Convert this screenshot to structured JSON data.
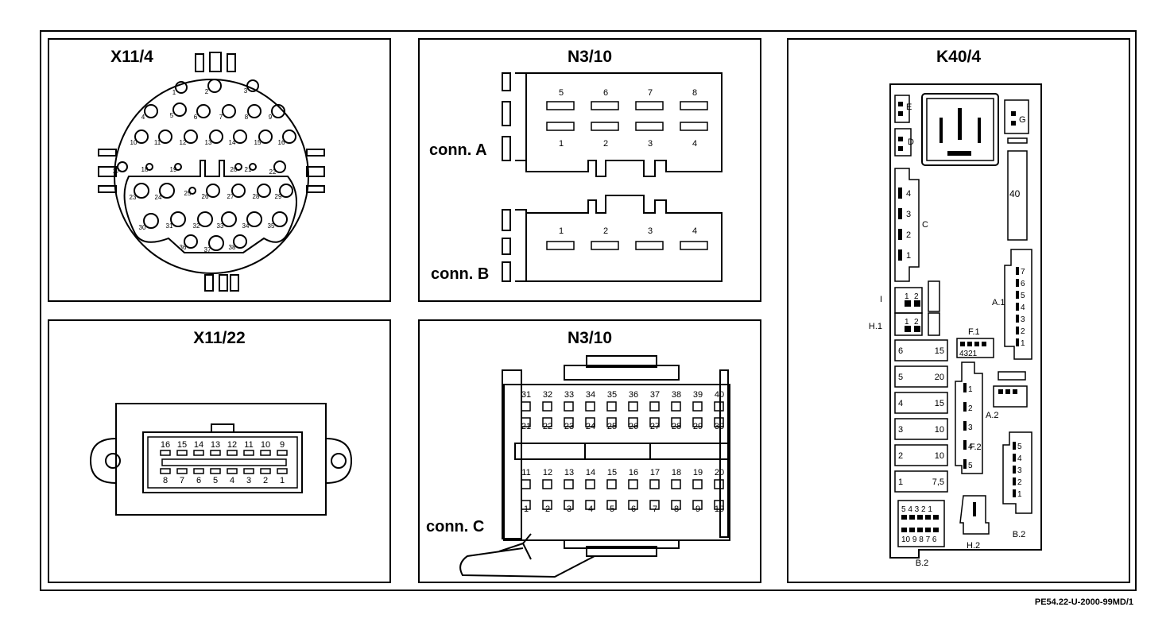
{
  "panels": {
    "x11_4": {
      "title": "X11/4",
      "pins": [
        "1",
        "2",
        "3",
        "4",
        "5",
        "6",
        "7",
        "8",
        "9",
        "10",
        "11",
        "12",
        "13",
        "14",
        "15",
        "16",
        "17",
        "18",
        "19",
        "20",
        "21",
        "22",
        "23",
        "24",
        "25",
        "26",
        "27",
        "28",
        "29",
        "30",
        "31",
        "32",
        "33",
        "34",
        "35",
        "36",
        "37",
        "38"
      ]
    },
    "x11_22": {
      "title": "X11/22",
      "top_pins": [
        "16",
        "15",
        "14",
        "13",
        "12",
        "11",
        "10",
        "9"
      ],
      "bottom_pins": [
        "8",
        "7",
        "6",
        "5",
        "4",
        "3",
        "2",
        "1"
      ]
    },
    "n3_10_ab": {
      "title": "N3/10",
      "conn_a": "conn. A",
      "conn_b": "conn. B",
      "a_top": [
        "5",
        "6",
        "7",
        "8"
      ],
      "a_bottom": [
        "1",
        "2",
        "3",
        "4"
      ],
      "b_pins": [
        "1",
        "2",
        "3",
        "4"
      ]
    },
    "n3_10_c": {
      "title": "N3/10",
      "conn_c": "conn. C",
      "rows": [
        [
          "31",
          "32",
          "33",
          "34",
          "35",
          "36",
          "37",
          "38",
          "39",
          "40"
        ],
        [
          "21",
          "22",
          "23",
          "24",
          "25",
          "26",
          "27",
          "28",
          "29",
          "30"
        ],
        [
          "11",
          "12",
          "13",
          "14",
          "15",
          "16",
          "17",
          "18",
          "19",
          "20"
        ],
        [
          "1",
          "2",
          "3",
          "4",
          "5",
          "6",
          "7",
          "8",
          "9",
          "10"
        ]
      ]
    },
    "k40_4": {
      "title": "K40/4",
      "labels": {
        "e": "E",
        "d": "D",
        "g": "G",
        "c": "C",
        "i": "I",
        "h1": "H.1",
        "f1": "F.1",
        "a1": "A.1",
        "a2": "A.2",
        "f2": "F.2",
        "h2": "H.2",
        "b2a": "B.2",
        "b2b": "B.2",
        "forty": "40"
      },
      "c_pins": [
        "4",
        "3",
        "2",
        "1"
      ],
      "i_pins": [
        "1",
        "2"
      ],
      "h1_pins": [
        "1",
        "2"
      ],
      "f1_pins": "4321",
      "a1_pins": [
        "7",
        "6",
        "5",
        "4",
        "3",
        "2",
        "1"
      ],
      "f2_pins": [
        "1",
        "2",
        "3",
        "4",
        "5"
      ],
      "b2_pins": [
        "5",
        "4",
        "3",
        "2",
        "1"
      ],
      "b2_bottom_top": "5 4 3 2 1",
      "b2_bottom_bottom": "10 9 8 7 6",
      "fuses": [
        [
          "6",
          "15"
        ],
        [
          "5",
          "20"
        ],
        [
          "4",
          "15"
        ],
        [
          "3",
          "10"
        ],
        [
          "2",
          "10"
        ],
        [
          "1",
          "7,5"
        ]
      ]
    }
  },
  "footer": "PE54.22-U-2000-99MD/1"
}
